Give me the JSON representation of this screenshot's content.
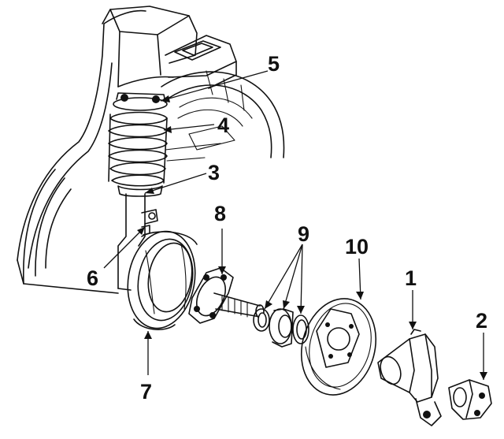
{
  "callouts": [
    {
      "id": "c1",
      "text": "1"
    },
    {
      "id": "c2",
      "text": "2"
    },
    {
      "id": "c3",
      "text": "3"
    },
    {
      "id": "c4",
      "text": "4"
    },
    {
      "id": "c5",
      "text": "5"
    },
    {
      "id": "c6",
      "text": "6"
    },
    {
      "id": "c7",
      "text": "7"
    },
    {
      "id": "c8",
      "text": "8"
    },
    {
      "id": "c9",
      "text": "9"
    },
    {
      "id": "c10",
      "text": "10"
    }
  ],
  "colors": {
    "ink": "#111111",
    "paper": "#ffffff"
  }
}
